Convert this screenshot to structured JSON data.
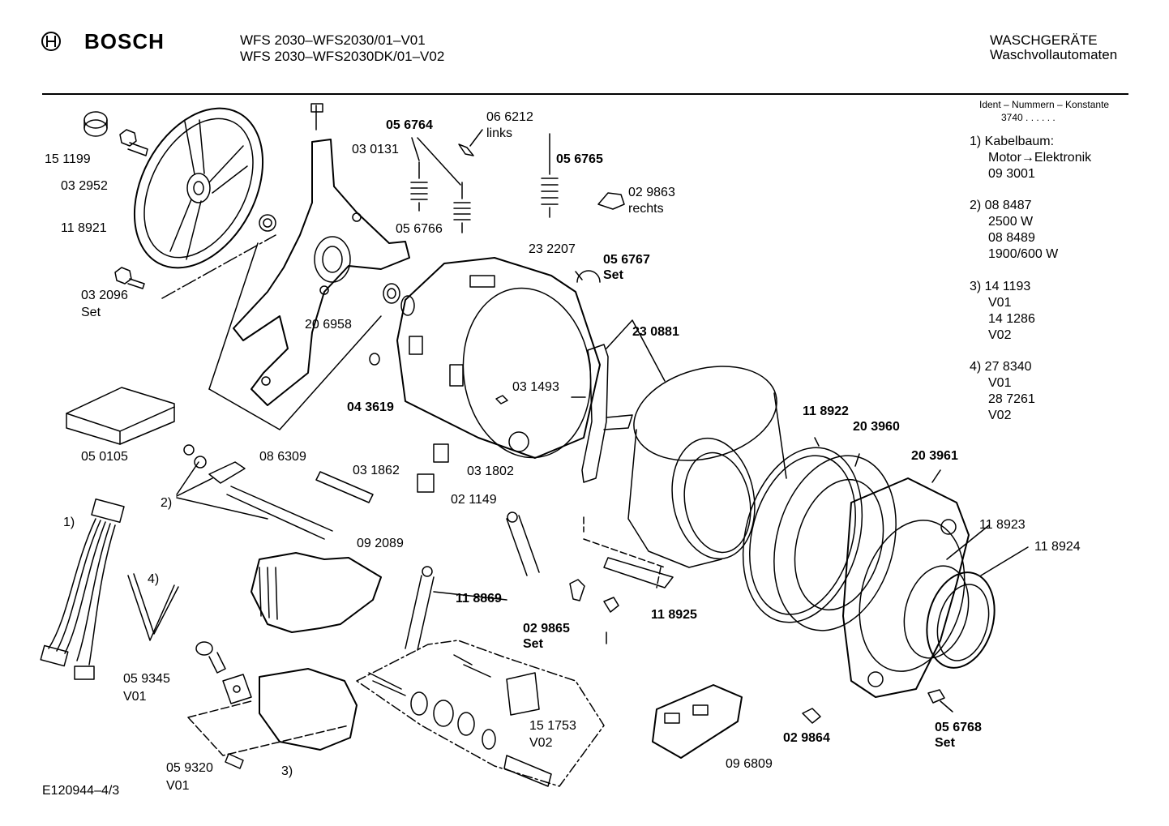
{
  "header": {
    "brand": "BOSCH",
    "model_line_1": "WFS 2030–WFS2030/01–V01",
    "model_line_2": "WFS 2030–WFS2030DK/01–V02",
    "category": "WASCHGERÄTE",
    "subcategory": "Waschvollautomaten"
  },
  "ident": {
    "title": "Ident – Nummern – Konstante",
    "value": "3740  .  .  .  .  .  ."
  },
  "notes": [
    {
      "lines": [
        "1) Kabelbaum:",
        "Motor→Elektronik",
        "09 3001"
      ]
    },
    {
      "lines": [
        "2) 08 8487",
        "2500 W",
        "08 8489",
        "1900/600 W"
      ]
    },
    {
      "lines": [
        "3) 14 1193",
        "V01",
        "14 1286",
        "V02"
      ]
    },
    {
      "lines": [
        "4) 27 8340",
        "V01",
        "28 7261",
        "V02"
      ]
    }
  ],
  "labels": {
    "p151199": "15 1199",
    "p032952": "03 2952",
    "p118921": "11 8921",
    "p032096": "03 2096",
    "p032096set": "Set",
    "p030131": "03 0131",
    "p056764": "05 6764",
    "p066212": "06 6212",
    "p066212b": "links",
    "p056765": "05 6765",
    "p029863": "02 9863",
    "p029863b": "rechts",
    "p056766": "05 6766",
    "p232207": "23 2207",
    "p056767": "05 6767",
    "p056767set": "Set",
    "p206958": "20 6958",
    "p230881": "23 0881",
    "p031493": "03 1493",
    "p043619": "04 3619",
    "p118922": "11 8922",
    "p203960": "20 3960",
    "p203961": "20 3961",
    "p050105": "05 0105",
    "p086309": "08 6309",
    "p031862": "03 1862",
    "p031802": "03 1802",
    "p021149": "02 1149",
    "p2": "2)",
    "p1": "1)",
    "p4": "4)",
    "p092089": "09 2089",
    "p118869": "11 8869",
    "p118923": "11 8923",
    "p118924": "11 8924",
    "p118925": "11 8925",
    "p029865": "02 9865",
    "p029865set": "Set",
    "p059345": "05 9345",
    "p059345v": "V01",
    "p151753": "15 1753",
    "p151753v": "V02",
    "p059320": "05 9320",
    "p059320v": "V01",
    "p3": "3)",
    "p096809": "09 6809",
    "p029864": "02 9864",
    "p056768": "05 6768",
    "p056768set": "Set"
  },
  "footer": {
    "code": "E120944–4/3"
  }
}
